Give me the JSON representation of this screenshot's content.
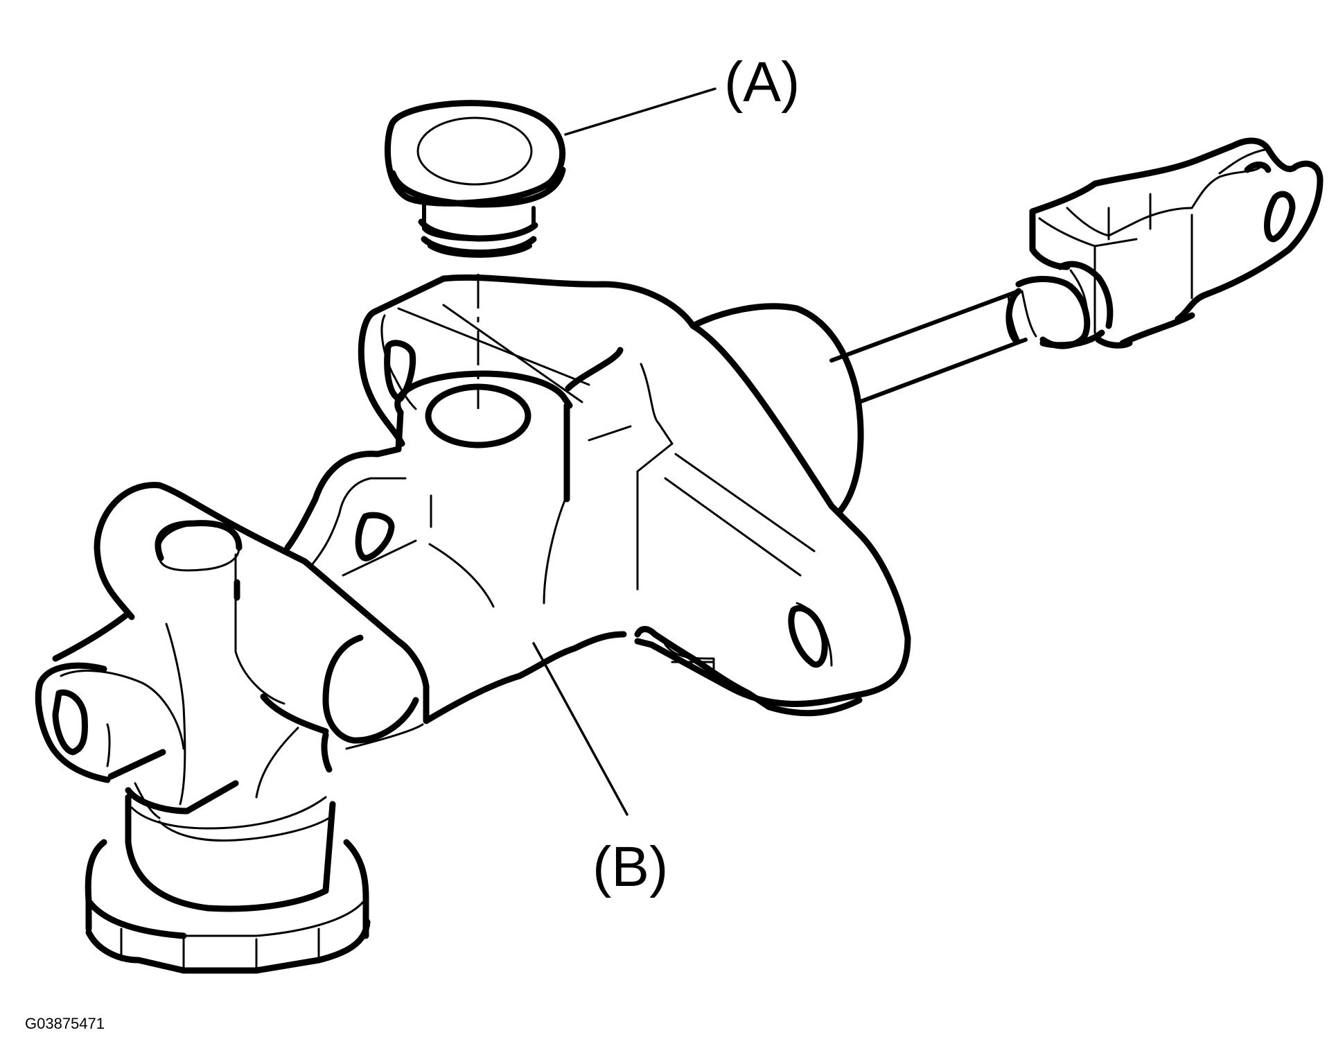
{
  "figure": {
    "callouts": [
      {
        "id": "A",
        "label": "(A)"
      },
      {
        "id": "B",
        "label": "(B)"
      }
    ],
    "figure_id": "G03875471"
  }
}
